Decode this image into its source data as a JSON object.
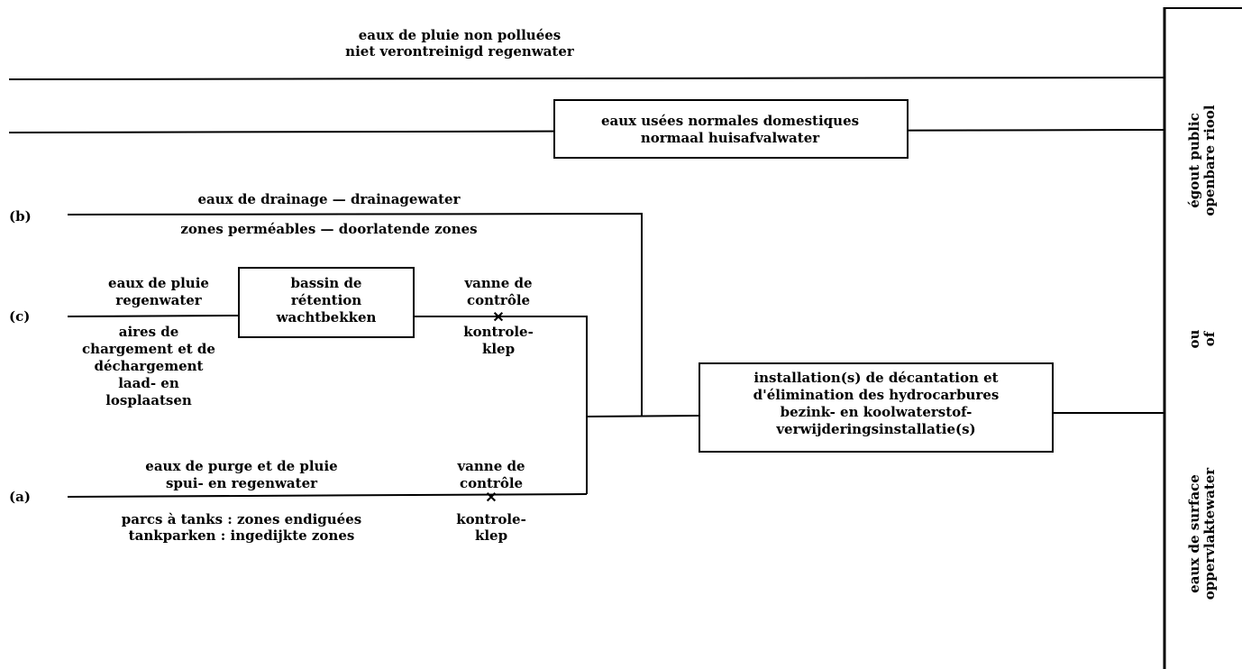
{
  "flows": {
    "rain_clean": [
      "eaux de pluie non polluées",
      "niet verontreinigd regenwater"
    ],
    "domestic": [
      "eaux usées normales domestiques",
      "normaal huisafvalwater"
    ],
    "drainage": "eaux de drainage — drainagewater",
    "permeable": "zones perméables — doorlatende zones",
    "rain_c": [
      "eaux de pluie",
      "regenwater"
    ],
    "loading": [
      "aires de",
      "chargement et de",
      "déchargement",
      "laad- en",
      "losplaatsen"
    ],
    "retention": [
      "bassin de",
      "rétention",
      "wachtbekken"
    ],
    "valve_top": [
      "vanne de",
      "contrôle"
    ],
    "valve_bottom": [
      "kontrole-",
      "klep"
    ],
    "purge": [
      "eaux de purge et de pluie",
      "spui- en regenwater"
    ],
    "tanks": [
      "parcs à tanks : zones endiguées",
      "tankparken : ingedijkte zones"
    ],
    "valve2_top": [
      "vanne de",
      "contrôle"
    ],
    "valve2_bottom": [
      "kontrole-",
      "klep"
    ],
    "treatment": [
      "installation(s) de décantation et",
      "d'élimination des hydrocarbures",
      "bezink- en koolwaterstof-",
      "verwijderingsinstallatie(s)"
    ]
  },
  "labels": {
    "b": "(b)",
    "c": "(c)",
    "a": "(a)"
  },
  "receivers": {
    "sewer": [
      "égout public",
      "openbare riool"
    ],
    "or": [
      "ou",
      "of"
    ],
    "surface": [
      "eaux de surface",
      "oppervlaktewater"
    ]
  },
  "valve_symbol": "✕"
}
